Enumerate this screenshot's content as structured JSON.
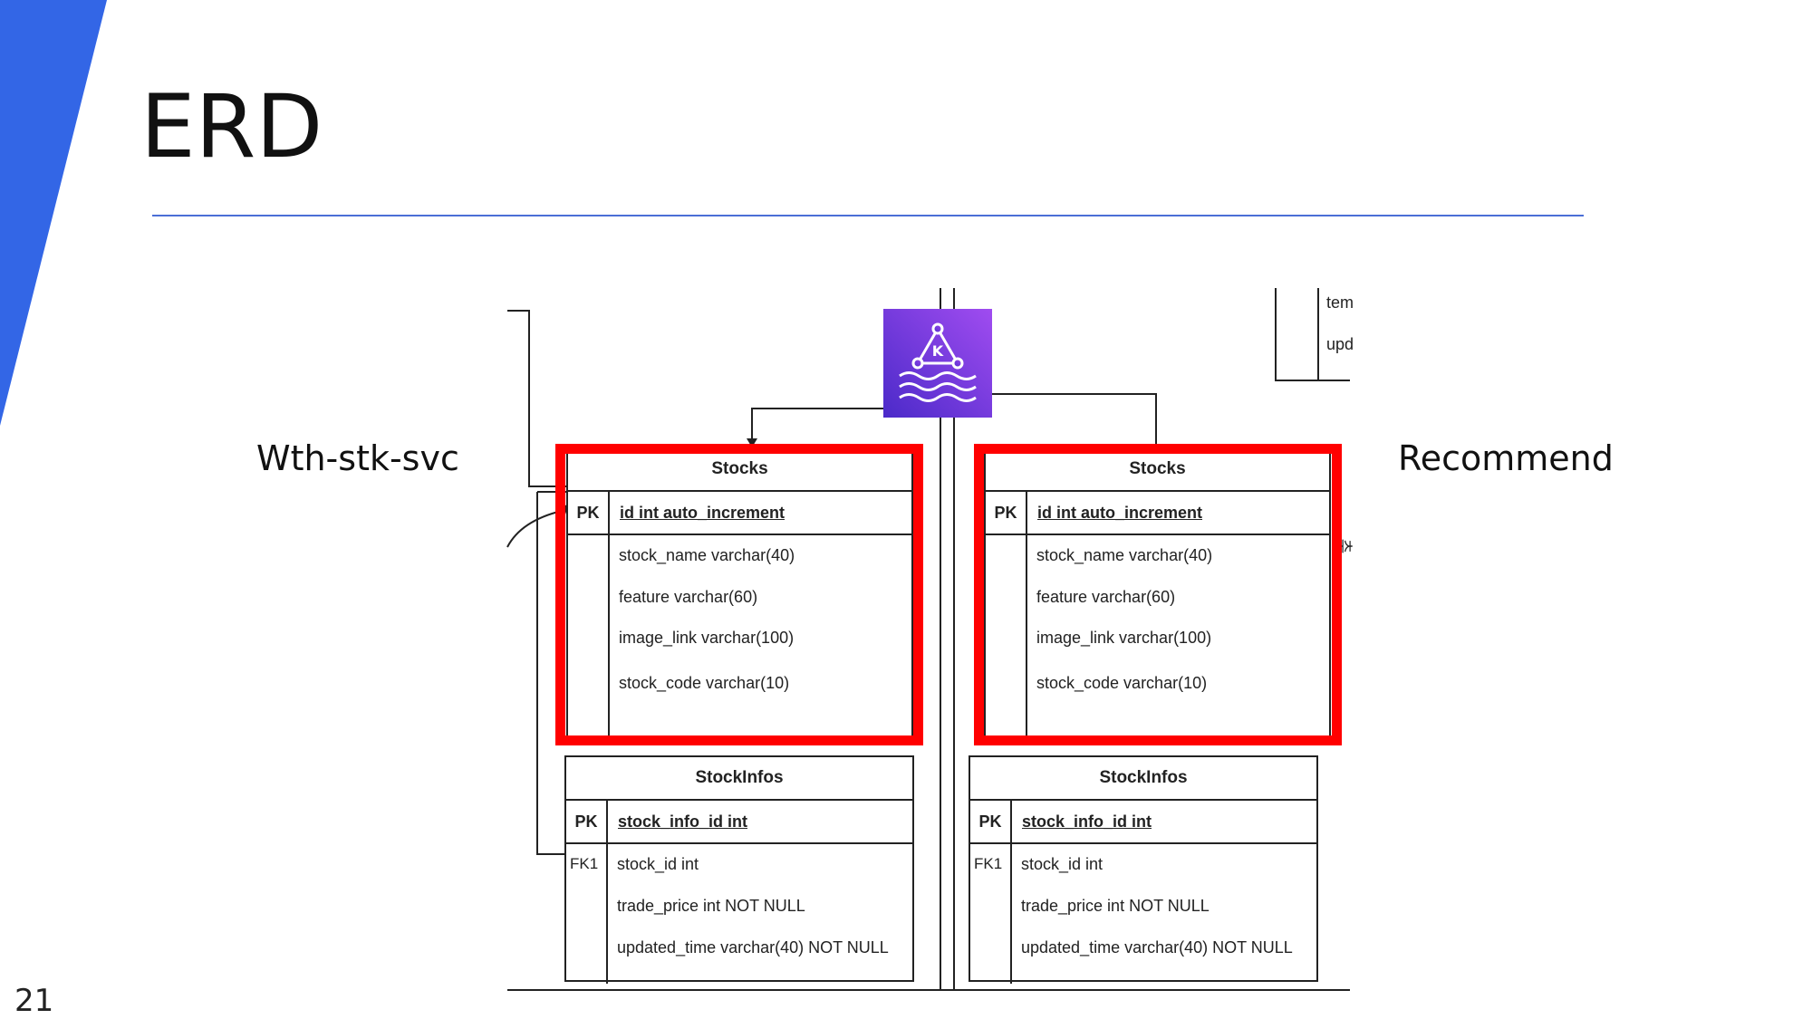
{
  "slide": {
    "title": "ERD",
    "slide_number": "21",
    "left_label": "Wth-stk-svc",
    "right_label": "Recommend",
    "accent_color": "#3366e6",
    "rule_color": "#4a6fd6",
    "highlight_color": "#ff0000"
  },
  "diagram": {
    "partial_table_fields": [
      "tem",
      "upd"
    ],
    "side_char": "추",
    "left_stocks": {
      "title": "Stocks",
      "pk_label": "PK",
      "pk_field": "id int auto_increment",
      "fields": [
        "stock_name varchar(40)",
        "feature varchar(60)",
        "image_link varchar(100)",
        "stock_code varchar(10)"
      ]
    },
    "right_stocks": {
      "title": "Stocks",
      "pk_label": "PK",
      "pk_field": "id int auto_increment",
      "fields": [
        "stock_name varchar(40)",
        "feature varchar(60)",
        "image_link varchar(100)",
        "stock_code varchar(10)"
      ]
    },
    "left_stockinfos": {
      "title": "StockInfos",
      "pk_label": "PK",
      "pk_field": "stock_info_id int",
      "fk_label": "FK1",
      "fields": [
        "stock_id int",
        "trade_price int NOT NULL",
        "updated_time varchar(40) NOT NULL"
      ]
    },
    "right_stockinfos": {
      "title": "StockInfos",
      "pk_label": "PK",
      "pk_field": "stock_info_id int",
      "fk_label": "FK1",
      "fields": [
        "stock_id int",
        "trade_price int NOT NULL",
        "updated_time varchar(40) NOT NULL"
      ]
    },
    "kafka_icon": "kafka-icon"
  }
}
